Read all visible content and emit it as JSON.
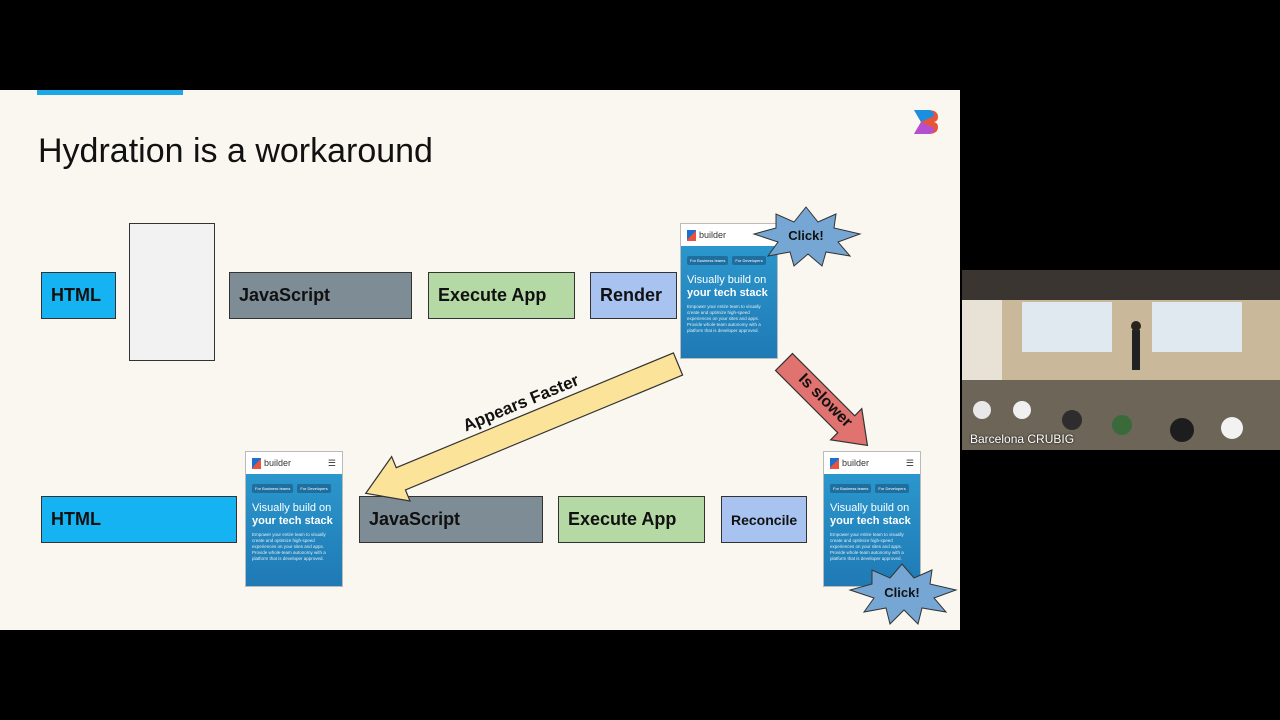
{
  "slide": {
    "title": "Hydration is a workaround",
    "row1": {
      "html": "HTML",
      "javascript": "JavaScript",
      "execute": "Execute App",
      "render": "Render"
    },
    "row2": {
      "html": "HTML",
      "javascript": "JavaScript",
      "execute": "Execute App",
      "reconcile": "Reconcile"
    },
    "arrow_faster": "Appears Faster",
    "arrow_slower": "Is slower",
    "click1": "Click!",
    "click2": "Click!",
    "phone": {
      "brand": "builder",
      "pill1": "For Business teams",
      "pill2": "For Developers",
      "heading1": "Visually build on",
      "heading2": "your tech stack",
      "body": "Empower your entire team to visually create and optimize high-speed experiences on your sites and apps. Provide whole-team autonomy with a platform that is developer approved."
    }
  },
  "video": {
    "label": "Barcelona CRUBIG"
  },
  "colors": {
    "html": "#16b3f2",
    "javascript": "#7d8c95",
    "execute": "#b5d9a4",
    "render": "#a9c3f1",
    "faster_arrow": "#fbe39a",
    "slower_arrow": "#e07270",
    "burst": "#76a7d4"
  }
}
